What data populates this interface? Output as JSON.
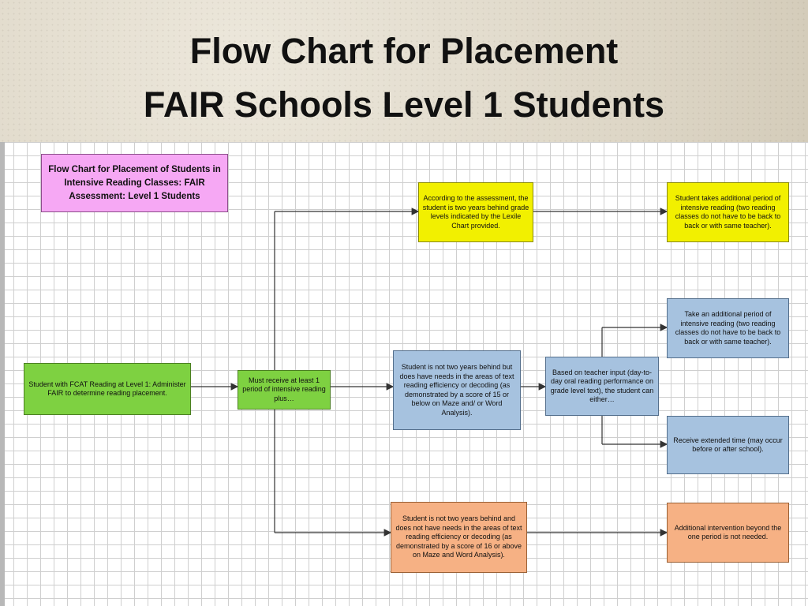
{
  "header": {
    "title_line1": "Flow Chart for Placement",
    "title_line2": "FAIR Schools Level 1 Students"
  },
  "diagram": {
    "nodes": {
      "legend": "Flow Chart for Placement of Students in Intensive Reading Classes: FAIR Assessment: Level 1 Students",
      "start": "Student with FCAT Reading at Level 1: Administer FAIR to determine reading placement.",
      "must_receive": "Must receive at least 1 period of intensive reading plus…",
      "two_years_behind": "According to the assessment, the student is two years behind grade levels indicated by the Lexile Chart provided.",
      "additional_period": "Student takes additional period of intensive reading (two reading classes do not have to be back to back or with same teacher).",
      "not_two_years_needs": "Student is not two years behind but does have needs in the areas of text reading efficiency or decoding (as demonstrated by a score of 15 or below on Maze and/ or Word Analysis).",
      "teacher_input": "Based on teacher input (day-to-day oral reading performance on grade level text), the student can either…",
      "take_additional": "Take an additional period of intensive reading (two reading classes do not have to be back to back or with same teacher).",
      "extended_time": "Receive extended time (may occur before or after school).",
      "not_two_years_no_needs": "Student is not two years behind and does not have needs in the areas of text reading efficiency or decoding (as demonstrated by a score of 16 or above on Maze and Word Analysis).",
      "no_intervention": "Additional intervention beyond the one period is not needed."
    },
    "colors": {
      "legend": "#f6a8f4",
      "start": "#7ed141",
      "yellow": "#f2f000",
      "blue": "#a6c2df",
      "orange": "#f6b184",
      "connector": "#333333"
    }
  }
}
